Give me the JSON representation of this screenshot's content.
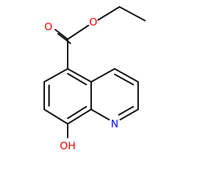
{
  "molecule": {
    "atoms": {
      "carbonyl_oxygen": {
        "text": "O",
        "color": "#ff0000"
      },
      "ester_oxygen": {
        "text": "O",
        "color": "#ff0000"
      },
      "ring_nitrogen": {
        "text": "N",
        "color": "#0000ff"
      },
      "hydroxyl": {
        "text": "OH",
        "color": "#ff0000"
      }
    },
    "bond_color": "#000000"
  }
}
